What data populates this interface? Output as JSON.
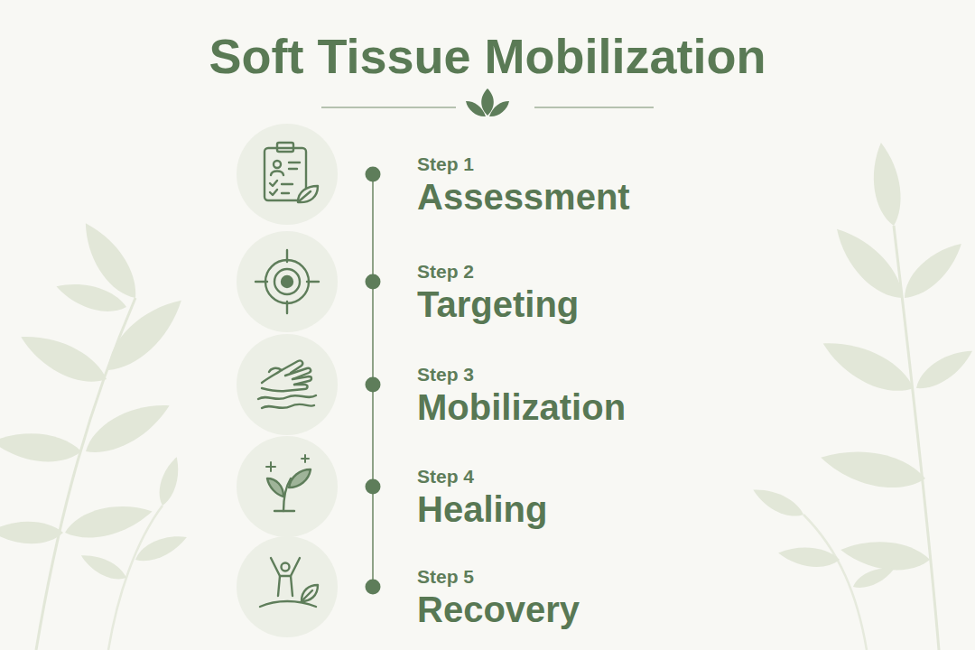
{
  "diagram": {
    "title": "Soft Tissue Mobilization",
    "labels": [
      "Step 1",
      "Assessment",
      "Step 2",
      "Targeting",
      "Step 3",
      "Mobilization",
      "Step 4",
      "Healing",
      "Step 5",
      "Recovery"
    ]
  }
}
